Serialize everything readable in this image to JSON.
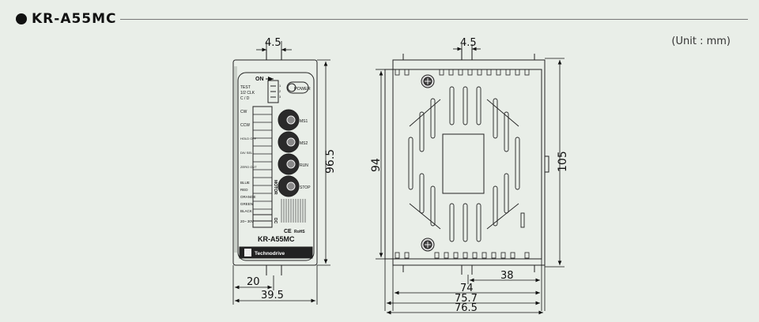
{
  "title": "KR-A55MC",
  "unit": "(Unit : mm)",
  "front_view": {
    "top_dim": "4.5",
    "height_dim": "96.5",
    "width_dim_1": "20",
    "width_dim_2": "39.5",
    "on_label": "ON",
    "switch_labels": [
      "TEST",
      "1/2 CLK",
      "C / D"
    ],
    "switch_numbers": [
      "1",
      "2",
      "3"
    ],
    "power_label": "POWER",
    "knob_labels": [
      "MS1",
      "MS2",
      "RUN",
      "STOP"
    ],
    "terminal_labels": [
      "CW",
      "CCW",
      "HOLD OFF",
      "DIV SEL",
      "ZERO OUT"
    ],
    "wire_labels": [
      "BLUE",
      "RED",
      "ORANGE",
      "GREEN",
      "BLACK"
    ],
    "power_in_label": "20~ 30V",
    "motor_label": "MOTOR",
    "dc_label": "DC",
    "ce_label": "CE",
    "rohs_label": "RoHS",
    "model_label": "KR-A55MC",
    "brand_label": "Technodrive"
  },
  "side_view": {
    "top_dim": "4.5",
    "height_inner_dim": "94",
    "height_outer_dim": "105",
    "width_dims": [
      "38",
      "74",
      "75.7",
      "76.5"
    ]
  }
}
